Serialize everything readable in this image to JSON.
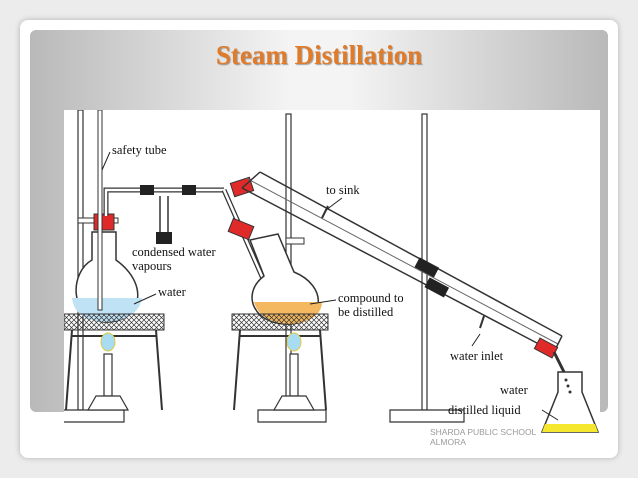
{
  "slide": {
    "title": "Steam Distillation",
    "footer_line1": "SHARDA PUBLIC SCHOOL",
    "footer_line2": "ALMORA"
  },
  "diagram": {
    "labels": {
      "safety_tube": "safety tube",
      "condensed_water": "condensed water",
      "vapours": "vapours",
      "water_left": "water",
      "to_sink": "to sink",
      "compound_to": "compound to",
      "be_distilled": "be distilled",
      "water_inlet": "water inlet",
      "water_right": "water",
      "distilled_liquid": "distilled liquid"
    }
  }
}
